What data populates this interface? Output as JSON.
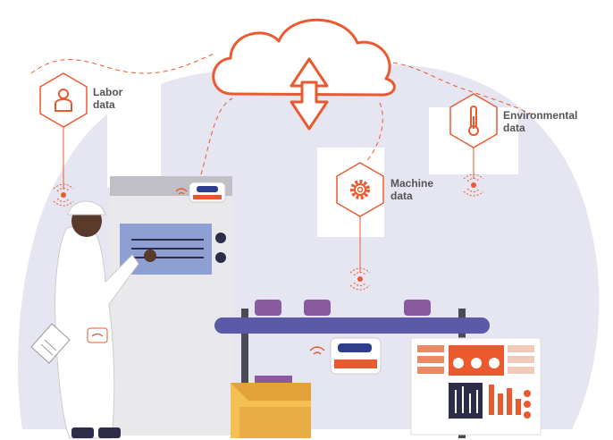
{
  "labels": {
    "labor": [
      "Labor",
      "data"
    ],
    "machine": [
      "Machine",
      "data"
    ],
    "environmental": [
      "Environmental",
      "data"
    ]
  },
  "colors": {
    "accent": "#ea5a2e",
    "blob": "#e6e5f2",
    "panel_blue": "#8e9fd3",
    "conveyor": "#5b5aa8",
    "box_purple": "#8a5aa0",
    "carton": "#f4bf53",
    "body_skin": "#5a3a2a"
  },
  "icons": {
    "cloud": "cloud-upload-download-icon",
    "labor": "worker-icon",
    "machine": "gear-icon",
    "environmental": "thermometer-icon",
    "wireless": "wifi-icon"
  }
}
